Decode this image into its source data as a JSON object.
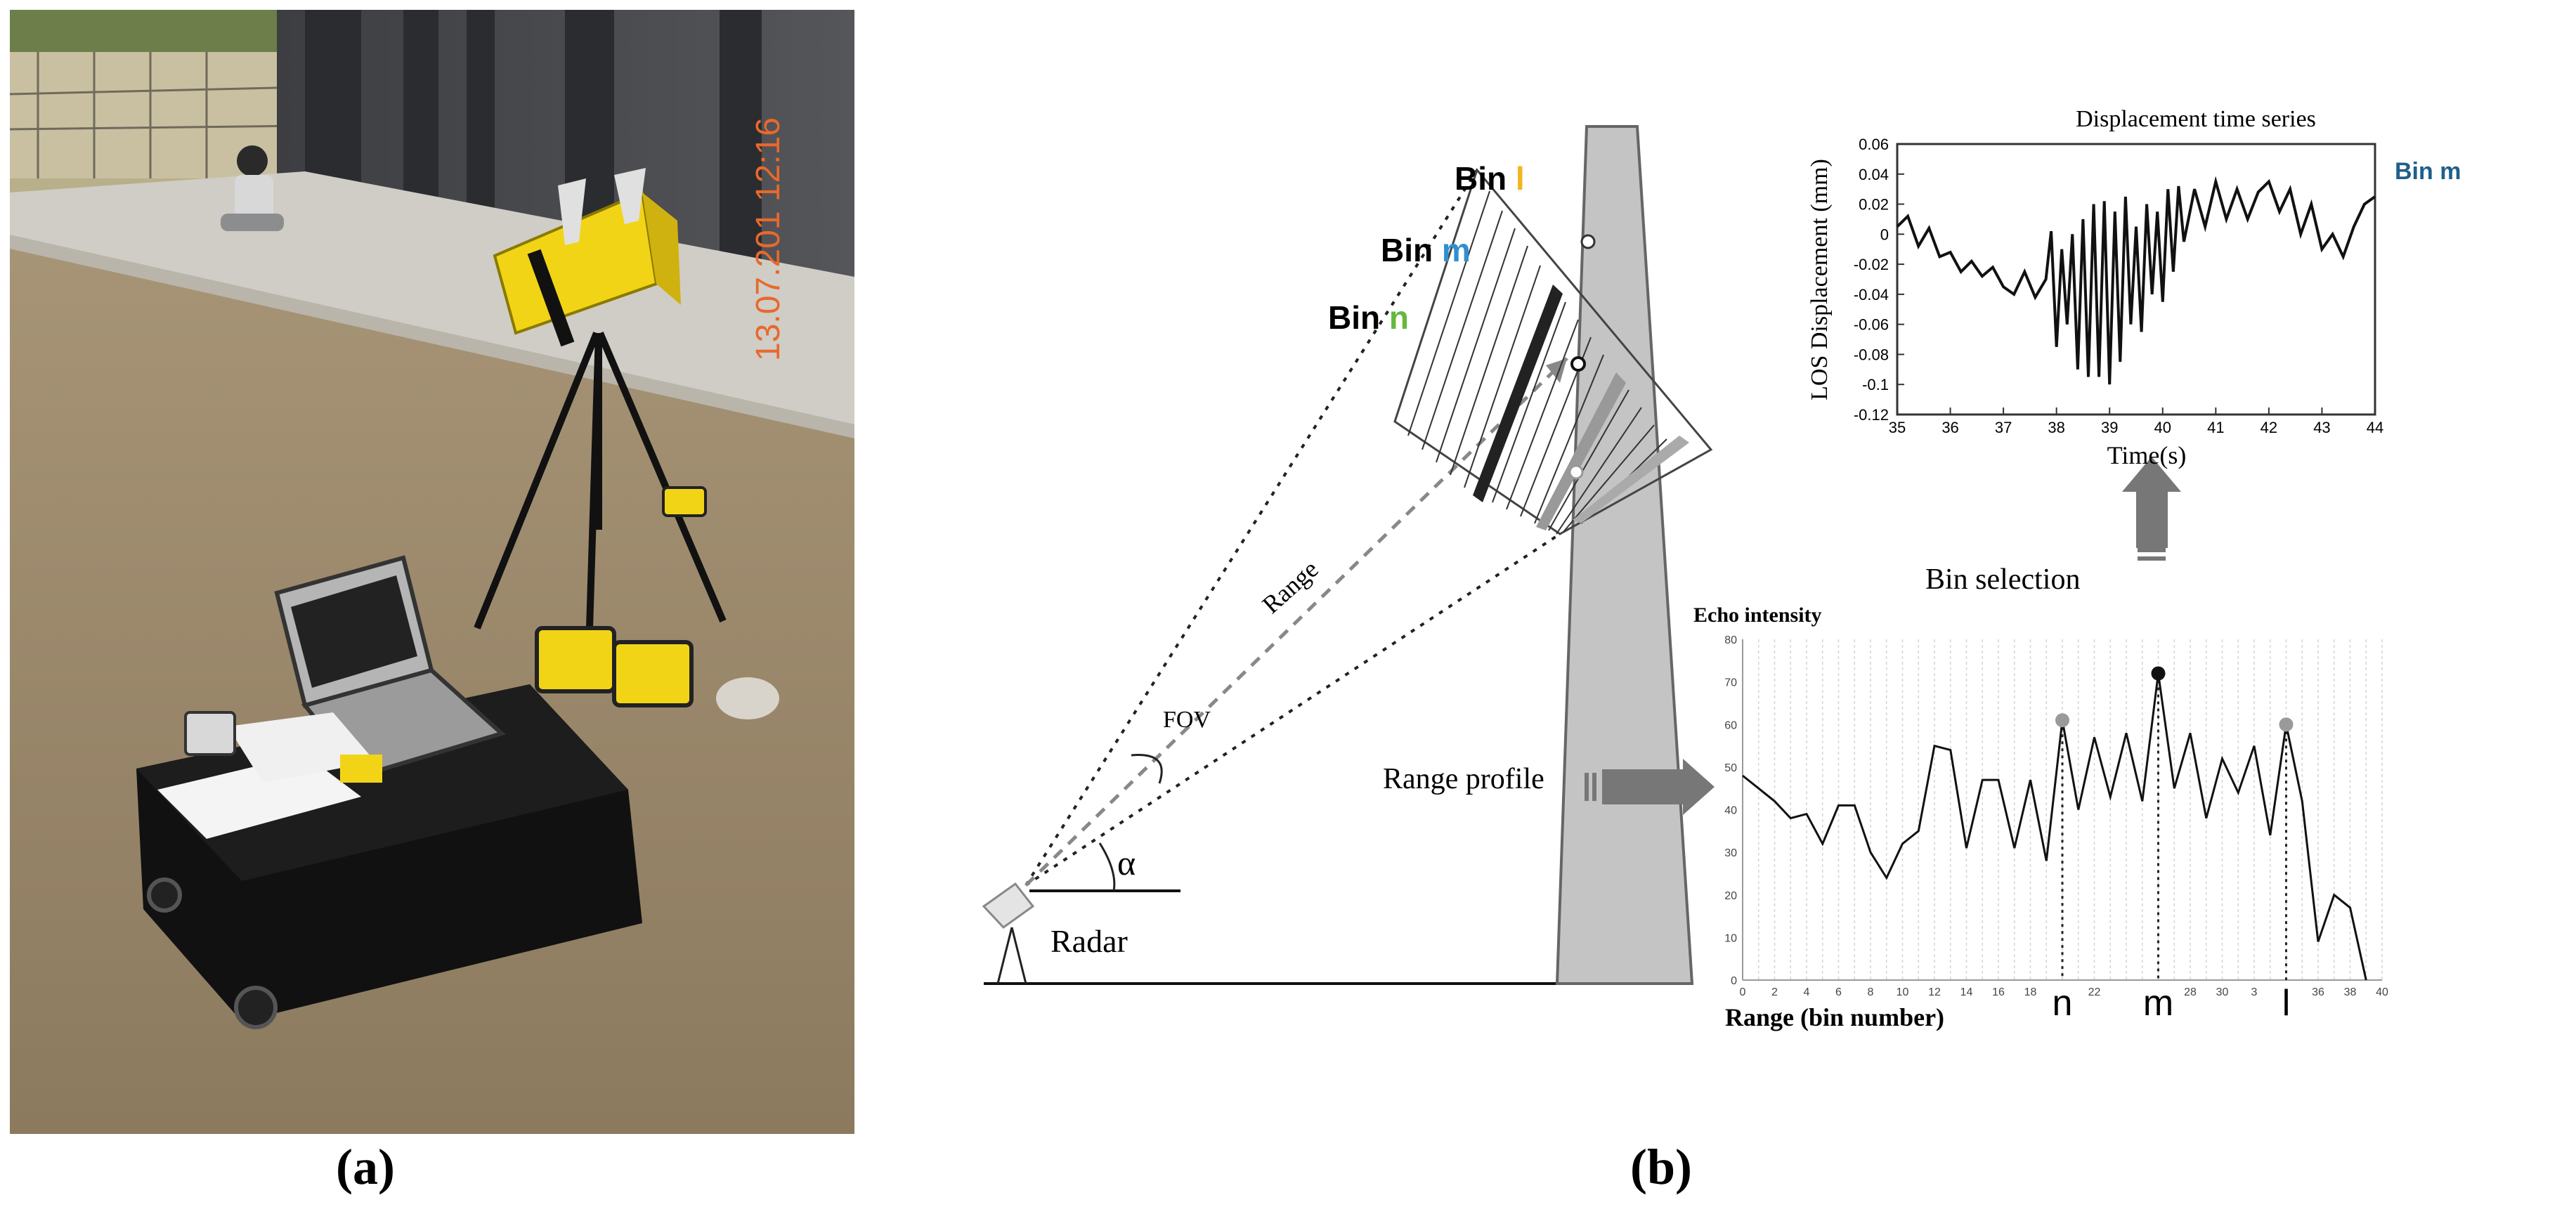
{
  "panel_a": {
    "label": "(a)",
    "photo": {
      "timestamp": "13.07.201 12:16",
      "timestamp_color": "#e8692b",
      "radar_color": "#f2d417"
    }
  },
  "panel_b": {
    "label": "(b)",
    "geometry": {
      "radar_label": "Radar",
      "alpha_label": "α",
      "fov_label": "FOV",
      "range_label": "Range",
      "range_profile_label": "Range profile",
      "bin_selection_label": "Bin selection",
      "bins": [
        {
          "prefix": "Bin ",
          "letter": "l",
          "color": "#f2b51d"
        },
        {
          "prefix": "Bin ",
          "letter": "m",
          "color": "#2f8fce"
        },
        {
          "prefix": "Bin ",
          "letter": "n",
          "color": "#65b83c"
        }
      ]
    },
    "displacement_chart": {
      "title": "Displacement time series",
      "ylabel": "LOS Displacement (mm)",
      "xlabel": "Time(s)",
      "legend": "Bin m",
      "legend_color": "#1f5f8b",
      "yticks": [
        "0.06",
        "0.04",
        "0.02",
        "0",
        "-0.02",
        "-0.04",
        "-0.06",
        "-0.08",
        "-0.1",
        "-0.12"
      ],
      "xticks": [
        "35",
        "36",
        "37",
        "38",
        "39",
        "40",
        "41",
        "42",
        "43",
        "44"
      ]
    },
    "echo_chart": {
      "ylabel": "Echo intensity",
      "xlabel": "Range (bin number)",
      "yticks": [
        "80",
        "70",
        "60",
        "50",
        "40",
        "30",
        "20",
        "10",
        "0"
      ],
      "xticks": [
        "0",
        "2",
        "4",
        "6",
        "8",
        "10",
        "12",
        "14",
        "16",
        "18",
        "22",
        "28",
        "30",
        "3",
        "36",
        "38",
        "40"
      ],
      "markers": [
        "n",
        "m",
        "l"
      ]
    }
  },
  "chart_data": [
    {
      "type": "line",
      "title": "Displacement time series",
      "xlabel": "Time(s)",
      "ylabel": "LOS Displacement (mm)",
      "xlim": [
        35,
        44
      ],
      "ylim": [
        -0.12,
        0.06
      ],
      "grid": false,
      "legend": "top-right",
      "series": [
        {
          "name": "Bin m",
          "x": [
            35.0,
            35.2,
            35.4,
            35.6,
            35.8,
            36.0,
            36.2,
            36.4,
            36.6,
            36.8,
            37.0,
            37.2,
            37.4,
            37.6,
            37.8,
            37.9,
            38.0,
            38.1,
            38.2,
            38.3,
            38.4,
            38.5,
            38.6,
            38.7,
            38.8,
            38.9,
            39.0,
            39.1,
            39.2,
            39.3,
            39.4,
            39.5,
            39.6,
            39.7,
            39.8,
            39.9,
            40.0,
            40.1,
            40.2,
            40.3,
            40.4,
            40.6,
            40.8,
            41.0,
            41.2,
            41.4,
            41.6,
            41.8,
            42.0,
            42.2,
            42.4,
            42.6,
            42.8,
            43.0,
            43.2,
            43.4,
            43.6,
            43.8,
            44.0
          ],
          "values": [
            0.005,
            0.012,
            -0.008,
            0.004,
            -0.015,
            -0.012,
            -0.025,
            -0.018,
            -0.028,
            -0.022,
            -0.035,
            -0.04,
            -0.025,
            -0.042,
            -0.03,
            0.002,
            -0.075,
            -0.01,
            -0.06,
            0.0,
            -0.09,
            0.01,
            -0.095,
            0.02,
            -0.095,
            0.022,
            -0.1,
            0.015,
            -0.085,
            0.025,
            -0.06,
            0.005,
            -0.065,
            0.02,
            -0.04,
            0.015,
            -0.045,
            0.03,
            -0.025,
            0.032,
            -0.005,
            0.03,
            0.005,
            0.035,
            0.01,
            0.03,
            0.01,
            0.028,
            0.035,
            0.015,
            0.03,
            0.0,
            0.02,
            -0.01,
            0.0,
            -0.015,
            0.005,
            0.02,
            0.025
          ]
        }
      ]
    },
    {
      "type": "line",
      "title": "",
      "xlabel": "Range (bin number)",
      "ylabel": "Echo intensity",
      "xlim": [
        0,
        40
      ],
      "ylim": [
        0,
        80
      ],
      "grid": true,
      "series": [
        {
          "name": "",
          "x": [
            0,
            1,
            2,
            3,
            4,
            5,
            6,
            7,
            8,
            9,
            10,
            11,
            12,
            13,
            14,
            15,
            16,
            17,
            18,
            19,
            20,
            21,
            22,
            23,
            24,
            25,
            26,
            27,
            28,
            29,
            30,
            31,
            32,
            33,
            34,
            35,
            36,
            37,
            38,
            39
          ],
          "values": [
            48,
            45,
            42,
            38,
            39,
            32,
            41,
            41,
            30,
            24,
            32,
            35,
            55,
            54,
            31,
            47,
            47,
            31,
            47,
            28,
            61,
            40,
            57,
            43,
            58,
            42,
            72,
            45,
            58,
            38,
            52,
            44,
            55,
            34,
            60,
            42,
            9,
            20,
            17,
            0
          ]
        }
      ],
      "highlighted_bins": [
        {
          "label": "n",
          "x": 20,
          "y": 61
        },
        {
          "label": "m",
          "x": 26,
          "y": 72
        },
        {
          "label": "l",
          "x": 34,
          "y": 60
        }
      ]
    }
  ]
}
